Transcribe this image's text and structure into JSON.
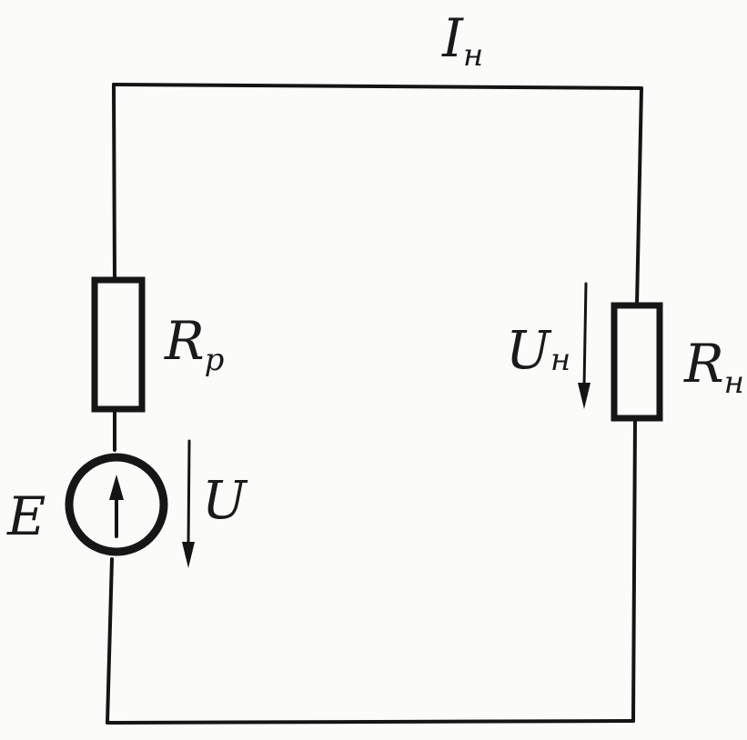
{
  "labels": {
    "load_current": {
      "main": "I",
      "sub": "н"
    },
    "internal_resistor": {
      "main": "R",
      "sub": "р"
    },
    "load_resistor": {
      "main": "R",
      "sub": "н"
    },
    "load_voltage": {
      "main": "U",
      "sub": "н"
    },
    "source_emf": {
      "main": "E"
    },
    "terminal_voltage": {
      "main": "U"
    }
  },
  "colors": {
    "ink": "#141414",
    "paper": "#fbfbfa"
  }
}
